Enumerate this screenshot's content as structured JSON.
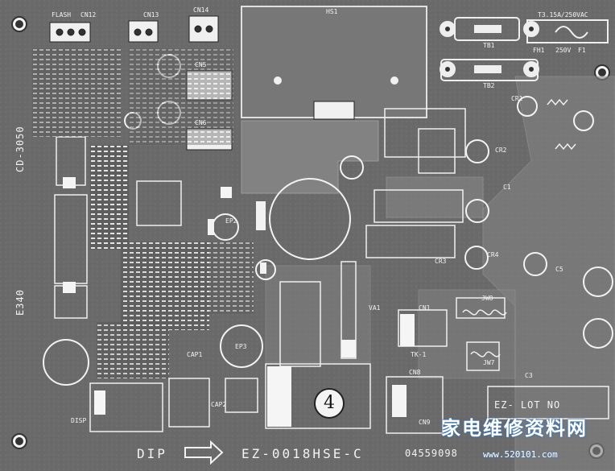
{
  "photo": {
    "subject": "printed circuit board",
    "silkscreen": {
      "board_part_number": "EZ-0018HSE-C",
      "serial_tag": "04559098",
      "dip_label": "DIP",
      "region_number": "4",
      "lot_label": "EZ- LOT NO",
      "fuse_rating": "T3.15A/250VAC",
      "fuse_voltage": "250V",
      "heatsink_label": "HS1",
      "power_label": "FLASH",
      "connectors": [
        "CN12",
        "CN13",
        "CN14",
        "CN5",
        "CN6",
        "CN1",
        "CN8",
        "CN9"
      ],
      "small_labels": [
        "TB1",
        "TB2",
        "FH1",
        "F1",
        "CR1",
        "CR2",
        "CR3",
        "CR4",
        "JW8",
        "JW7",
        "VA1",
        "CAP1",
        "CAP2",
        "EP2",
        "EP3",
        "DISP",
        "TK-1",
        "C1",
        "C3",
        "C5"
      ],
      "left_edge_label": "CD-3050",
      "left_edge_label_2": "E340"
    },
    "watermark": {
      "text": "家电维修资料网",
      "url": "www.520101.com"
    },
    "colors": {
      "board": "#6b6b6b",
      "trace": "#8a8a8a",
      "silk": "#f2f2f2",
      "pad": "#d9d9d9",
      "watermark_glow": "#2f76c9"
    }
  }
}
